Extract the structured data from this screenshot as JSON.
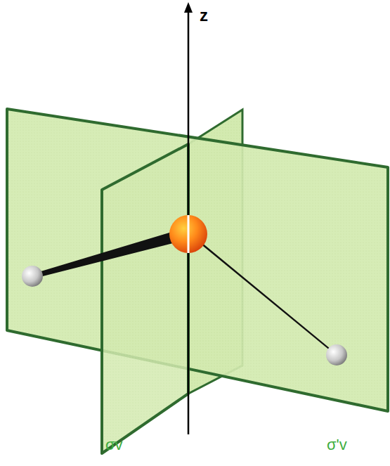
{
  "diagram": {
    "labels": [
      "z",
      "σv",
      "σ'v"
    ]
  }
}
